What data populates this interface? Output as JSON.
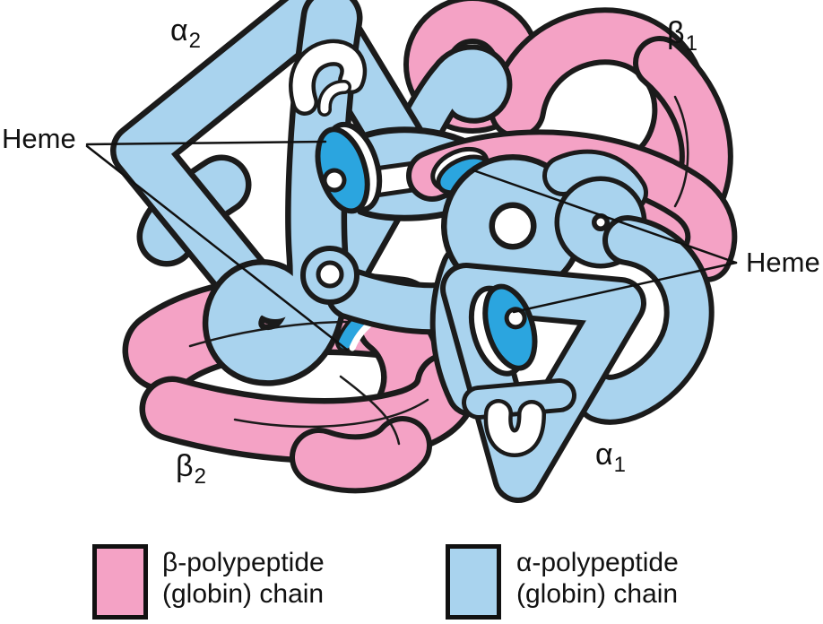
{
  "diagram": {
    "description": "Hemoglobin molecule quaternary structure diagram",
    "chain_labels": {
      "alpha2": {
        "base": "α",
        "sub": "2"
      },
      "beta1": {
        "base": "β",
        "sub": "1"
      },
      "beta2": {
        "base": "β",
        "sub": "2"
      },
      "alpha1": {
        "base": "α",
        "sub": "1"
      }
    },
    "heme_labels": {
      "left": "Heme",
      "right": "Heme"
    },
    "legend": {
      "items": [
        {
          "id": "beta-polypeptide",
          "line1": "β-polypeptide",
          "line2": "(globin) chain",
          "swatch_color": "#F4A2C5"
        },
        {
          "id": "alpha-polypeptide",
          "line1": "α-polypeptide",
          "line2": "(globin) chain",
          "swatch_color": "#A9D3EE"
        }
      ]
    },
    "colors": {
      "beta_chain": "#F4A2C5",
      "alpha_chain": "#A9D3EE",
      "heme_disc": "#2BA5DF",
      "outline": "#1B1B1B",
      "background": "#FFFFFF"
    }
  }
}
